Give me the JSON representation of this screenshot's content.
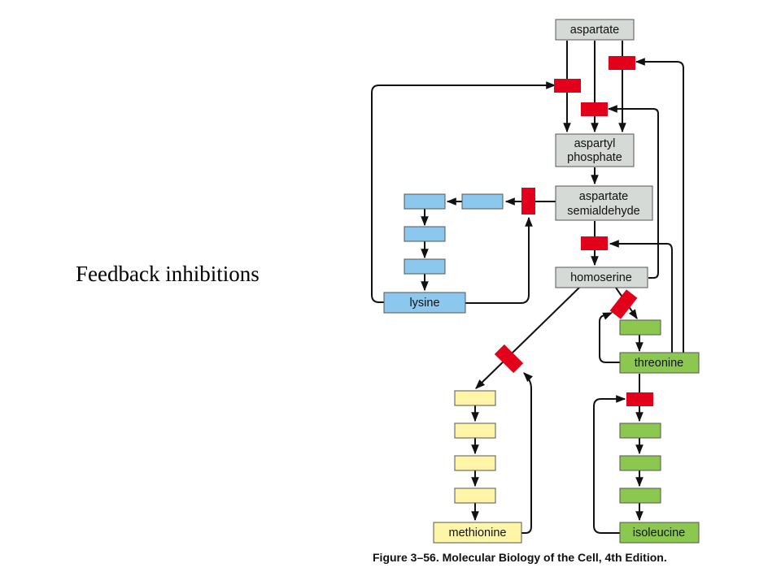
{
  "slide": {
    "side_title": "Feedback inhibitions",
    "caption": "Figure 3–56. Molecular Biology of the Cell, 4th Edition."
  },
  "colors": {
    "gray_box": "#d6dad6",
    "blue_box": "#8cc8ee",
    "yellow_box": "#fff5a8",
    "green_box": "#8cc850",
    "inhibitor": "#e2001a",
    "line": "#111111"
  },
  "nodes": {
    "aspartate": "aspartate",
    "aspartyl_phosphate": [
      "aspartyl",
      "phosphate"
    ],
    "aspartate_semialdehyde": [
      "aspartate",
      "semialdehyde"
    ],
    "homoserine": "homoserine",
    "lysine": "lysine",
    "threonine": "threonine",
    "methionine": "methionine",
    "isoleucine": "isoleucine"
  }
}
